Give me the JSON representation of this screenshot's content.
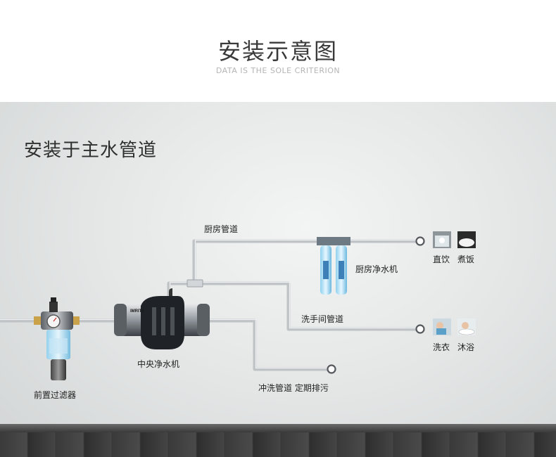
{
  "header": {
    "title": "安装示意图",
    "subtitle": "DATA IS THE SOLE CRITERION"
  },
  "scene": {
    "section_title": "安装于主水管道",
    "labels": {
      "kitchen_pipe": "厨房管道",
      "kitchen_purifier": "厨房净水机",
      "wash_pipe": "洗手间管道",
      "flush_pipe": "冲洗管道 定期排污",
      "central_purifier": "中央净水机",
      "prefilter": "前置过滤器"
    },
    "outlets": {
      "drink": "直饮",
      "cook": "煮饭",
      "laundry": "洗衣",
      "bath": "沐浴"
    },
    "brand": "IMRITA"
  },
  "colors": {
    "pipe": "#bfc3c6",
    "pipe_edge": "#9ea3a7",
    "wall": "#e6e8e8",
    "floor": "#3a3a3a"
  }
}
